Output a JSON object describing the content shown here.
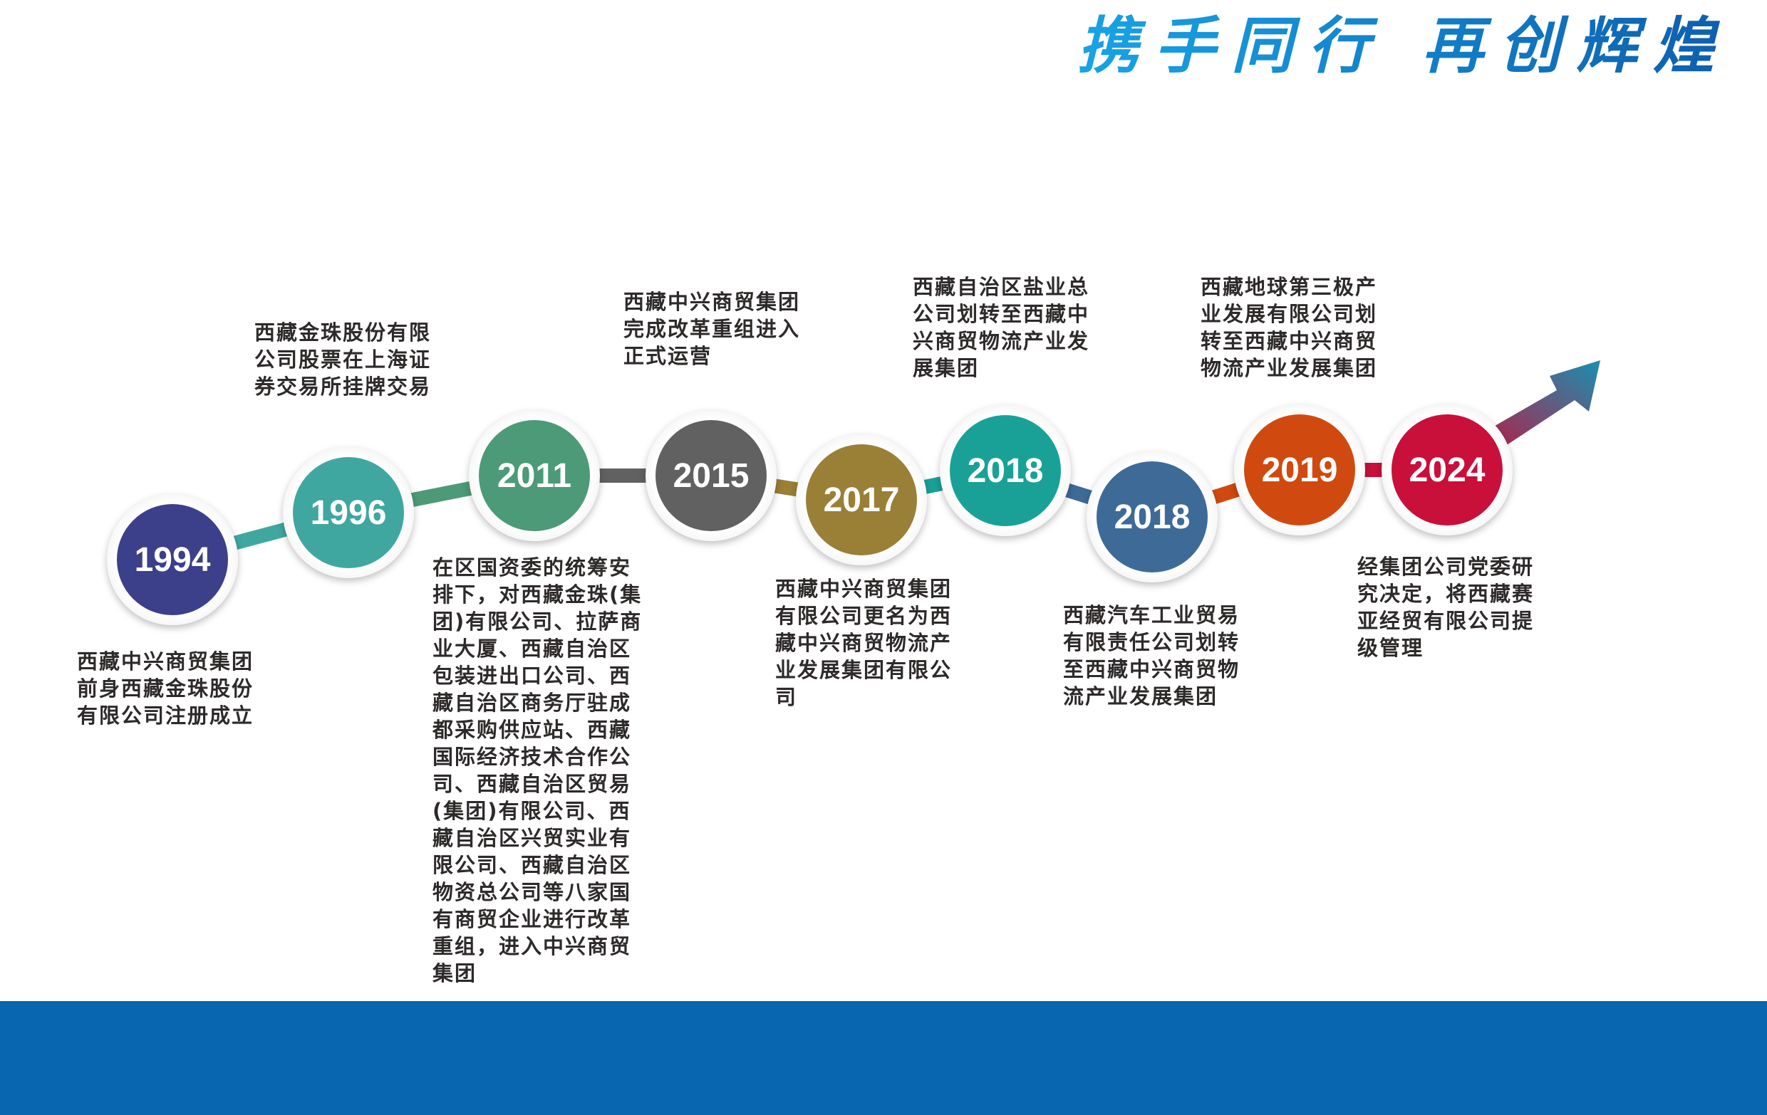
{
  "title": "携手同行 再创辉煌",
  "colors": {
    "bar": "#0866b0"
  },
  "events": [
    {
      "year": "1994",
      "color": "#3c3f8a",
      "lines": [
        "西藏中兴商贸集团",
        "前身西藏金珠股份",
        "有限公司注册成立"
      ]
    },
    {
      "year": "1996",
      "color": "#3fa7a0",
      "lines": [
        "西藏金珠股份有限",
        "公司股票在上海证",
        "券交易所挂牌交易"
      ]
    },
    {
      "year": "2011",
      "color": "#4c9a78",
      "lines": [
        "在区国资委的统筹安",
        "排下，对西藏金珠(集",
        "团)有限公司、拉萨商",
        "业大厦、西藏自治区",
        "包装进出口公司、西",
        "藏自治区商务厅驻成",
        "都采购供应站、西藏",
        "国际经济技术合作公",
        "司、西藏自治区贸易",
        "(集团)有限公司、西",
        "藏自治区兴贸实业有",
        "限公司、西藏自治区",
        "物资总公司等八家国",
        "有商贸企业进行改革",
        "重组，进入中兴商贸",
        "集团"
      ]
    },
    {
      "year": "2015",
      "color": "#616161",
      "lines": [
        "西藏中兴商贸集团",
        "完成改革重组进入",
        "正式运营"
      ]
    },
    {
      "year": "2017",
      "color": "#9a7f36",
      "lines": [
        "西藏中兴商贸集团",
        "有限公司更名为西",
        "藏中兴商贸物流产",
        "业发展集团有限公",
        "司"
      ]
    },
    {
      "year": "2018",
      "color": "#1aa197",
      "lines": [
        "西藏自治区盐业总",
        "公司划转至西藏中",
        "兴商贸物流产业发",
        "展集团"
      ]
    },
    {
      "year": "2018",
      "color": "#3e6a98",
      "lines": [
        "西藏汽车工业贸易",
        "有限责任公司划转",
        "至西藏中兴商贸物",
        "流产业发展集团"
      ]
    },
    {
      "year": "2019",
      "color": "#d04a10",
      "lines": [
        "西藏地球第三极产",
        "业发展有限公司划",
        "转至西藏中兴商贸",
        "物流产业发展集团"
      ]
    },
    {
      "year": "2024",
      "color": "#c8103a",
      "lines": [
        "经集团公司党委研",
        "究决定，将西藏赛",
        "亚经贸有限公司提",
        "级管理"
      ]
    }
  ]
}
